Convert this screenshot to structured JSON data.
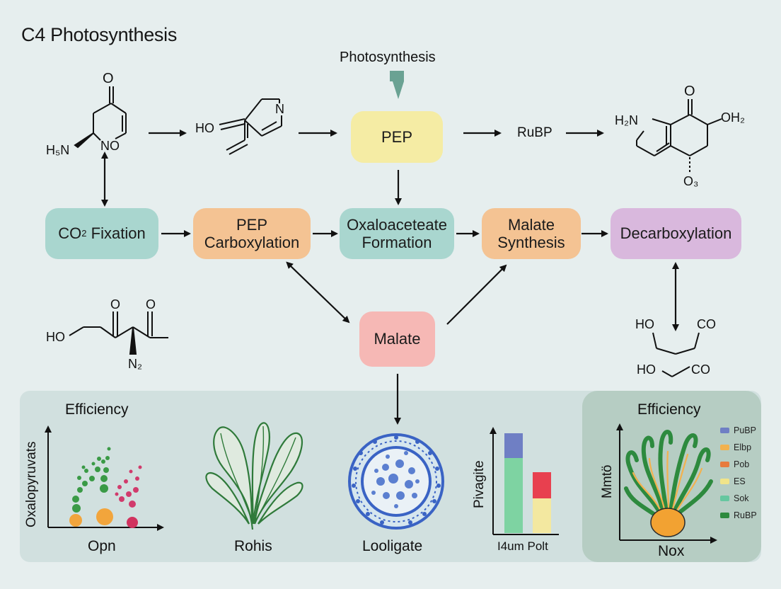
{
  "title": "C4 Photosynthesis",
  "top_label": "Photosynthesis",
  "nodes": {
    "pep": "PEP",
    "rubp": "RuBP",
    "co2_fixation": {
      "main": "CO",
      "sub": "2",
      "rest": " Fixation"
    },
    "pep_carboxylation": [
      "PEP",
      "Carboxylation"
    ],
    "oxaloacetate_formation": [
      "Oxaloaceteate",
      "Formation"
    ],
    "malate_synthesis": [
      "Malate",
      "Synthesis"
    ],
    "decarboxylation": "Decarboxylation",
    "malate": "Malate"
  },
  "molecules": {
    "m1": {
      "o": "O",
      "h5n": "H₅N",
      "no": "NO"
    },
    "m2": {
      "ho": "HO",
      "n": "N"
    },
    "m3": {
      "o": "O",
      "h2n": "H₂N",
      "oh2": "OH₂",
      "o3": "O₃"
    },
    "m4": {
      "ho": "HO",
      "o1": "O",
      "o2": "O",
      "n2": "N₂"
    },
    "m5": {
      "ho1": "HO",
      "co1": "CO",
      "ho2": "HO",
      "co2": "CO"
    }
  },
  "bottom": {
    "left_chart": {
      "title": "Efficiency",
      "ylabel": "Oxalopyruvats",
      "xlabel": "Opn"
    },
    "plant_label": "Rohis",
    "cell_label": "Looligate",
    "bar_chart": {
      "ylabel": "Pivagite",
      "xlabel": "I4um Polt"
    },
    "right_chart": {
      "title": "Efficiency",
      "ylabel": "Mmtö",
      "xlabel": "Nox",
      "legend": [
        {
          "label": "PuBP",
          "color": "#6f7fc4"
        },
        {
          "label": "Elbp",
          "color": "#f2b24f"
        },
        {
          "label": "Pob",
          "color": "#e77b3e"
        },
        {
          "label": "ES",
          "color": "#f0e48a"
        },
        {
          "label": "Sok",
          "color": "#66c7a0"
        },
        {
          "label": "RuBP",
          "color": "#2d8a3e"
        }
      ]
    }
  },
  "colors": {
    "teal": "#a9d6cf",
    "orange": "#f4c393",
    "yellow": "#f5eca4",
    "pink": "#f6b8b5",
    "purple": "#d9b8dd"
  }
}
